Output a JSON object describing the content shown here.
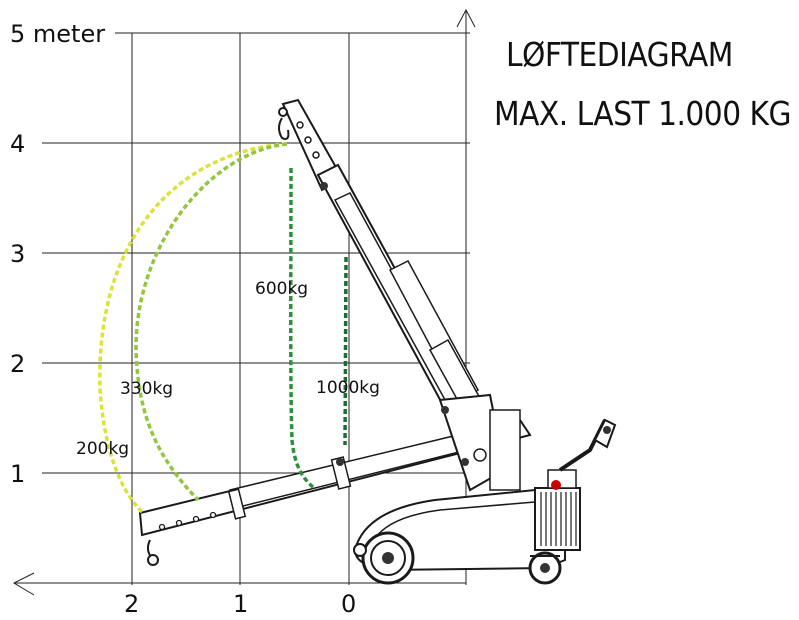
{
  "title": {
    "line1": "LØFTEDIAGRAM",
    "line2": "MAX. LAST 1.000 KG"
  },
  "y_axis": {
    "ticks": [
      "5 meter",
      "4",
      "3",
      "2",
      "1"
    ]
  },
  "x_axis": {
    "ticks": [
      "2",
      "1",
      "0"
    ]
  },
  "load_curves": [
    {
      "label": "200kg",
      "color": "#dde23a"
    },
    {
      "label": "330kg",
      "color": "#93c53f"
    },
    {
      "label": "600kg",
      "color": "#2f8f3e"
    },
    {
      "label": "1000kg",
      "color": "#1f6b35"
    }
  ]
}
